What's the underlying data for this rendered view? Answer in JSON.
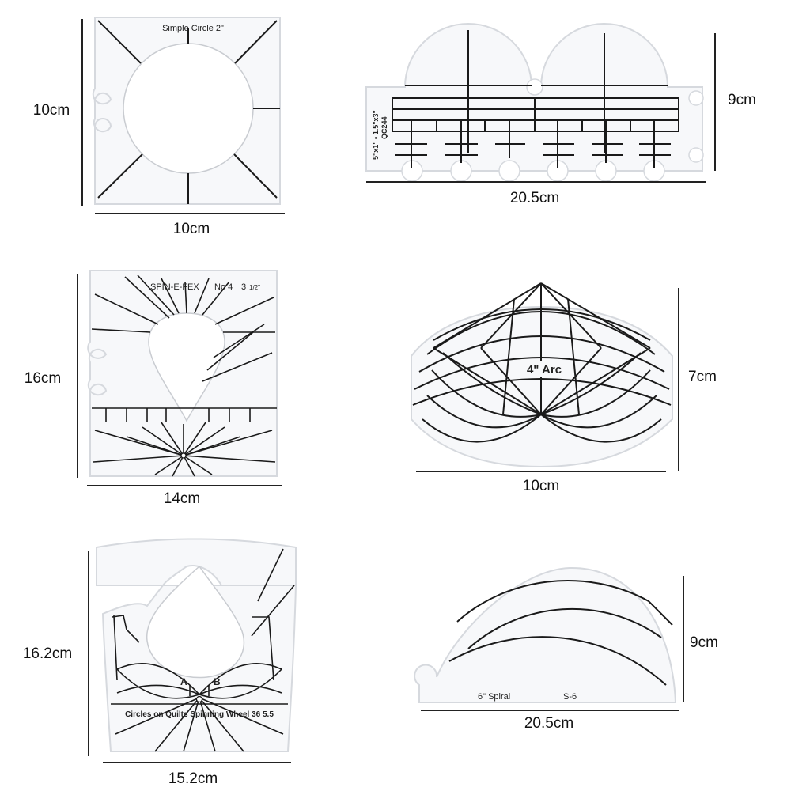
{
  "templates": [
    {
      "name": "Simple Circle 2\"",
      "label": "Simple Circle 2\"",
      "width": "10cm",
      "height": "10cm"
    },
    {
      "name": "5\"x1\" - 1.5\"x3\" QC244",
      "label": "5\"x1\" • 1.5\"x3\"",
      "code": "QC244",
      "width": "20.5cm",
      "height": "9cm"
    },
    {
      "name": "SPIN-E-FEX No 4 3 1/2\"",
      "label": "SPIN-E-FEX",
      "number": "No 4",
      "size": "3",
      "size_fraction": "1/2\"",
      "width": "14cm",
      "height": "16cm"
    },
    {
      "name": "4\" Arc",
      "label": "4\" Arc",
      "width": "10cm",
      "height": "7cm"
    },
    {
      "name": "Circles on Quilts Spinning Wheel 36 5.5",
      "label": "Circles on Quilts Spinning Wheel 36  5.5",
      "mark_a": "A",
      "mark_b": "B",
      "width": "15.2cm",
      "height": "16.2cm"
    },
    {
      "name": "6\" Spiral S-6",
      "label": "6\" Spiral",
      "code": "S-6",
      "width": "20.5cm",
      "height": "9cm"
    }
  ],
  "colors": {
    "template_fill": "#f7f8fa",
    "template_edge": "#d6d9de",
    "line": "#1a1a1a",
    "background": "#ffffff"
  }
}
